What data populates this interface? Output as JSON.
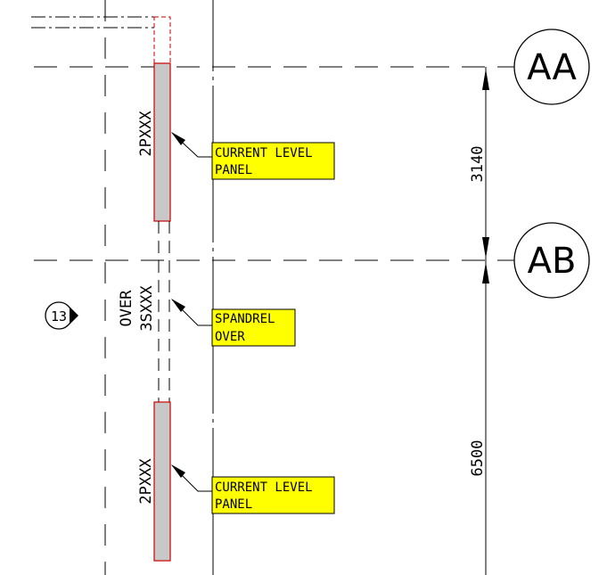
{
  "grid_lines": [
    {
      "id": "AA",
      "label": "AA"
    },
    {
      "id": "AB",
      "label": "AB"
    }
  ],
  "dimensions": [
    {
      "value": "3140"
    },
    {
      "value": "6500"
    }
  ],
  "panels": [
    {
      "id": "upper",
      "tag": "2PXXX",
      "note_line1": "CURRENT LEVEL",
      "note_line2": "PANEL"
    },
    {
      "id": "lower",
      "tag": "2PXXX",
      "note_line1": "CURRENT LEVEL",
      "note_line2": "PANEL"
    }
  ],
  "spandrel": {
    "tag_line1": "OVER",
    "tag_line2": "3SXXX",
    "note_line1": "SPANDREL",
    "note_line2": "OVER"
  },
  "detail_marker": {
    "label": "13"
  },
  "colors": {
    "line": "#000000",
    "panel_fill": "#c8c8c8",
    "panel_outline": "#cc0000",
    "note_highlight": "#ffff00"
  }
}
